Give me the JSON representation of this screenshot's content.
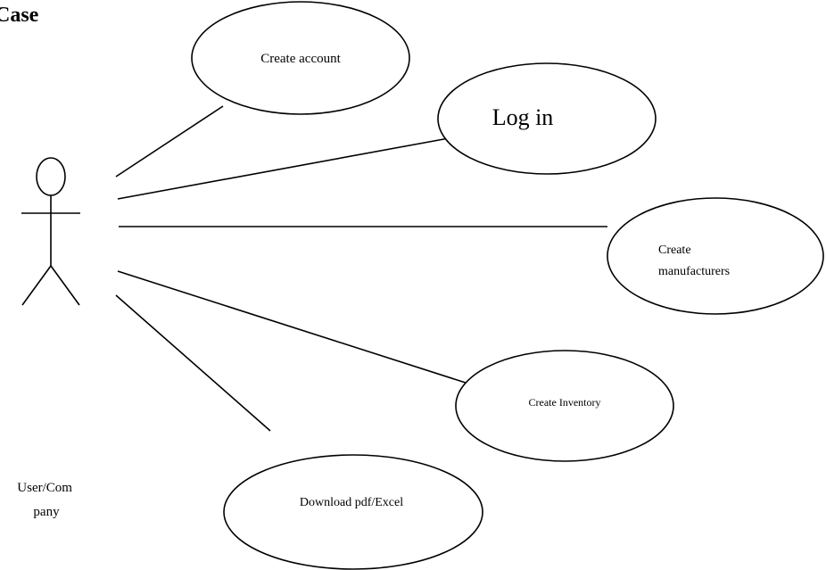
{
  "diagram": {
    "title": "Case",
    "actor": {
      "label_line1": "User/Com",
      "label_line2": "pany"
    },
    "use_cases": {
      "create_account": "Create account",
      "log_in": "Log in",
      "create_manufacturers_line1": "Create",
      "create_manufacturers_line2": "manufacturers",
      "create_inventory": "Create Inventory",
      "download": "Download pdf/Excel"
    }
  }
}
